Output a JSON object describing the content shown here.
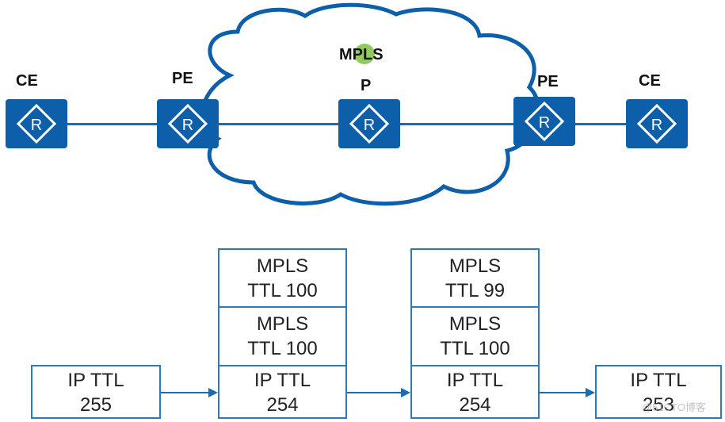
{
  "topology": {
    "cloud_label": "MPLS",
    "routers": [
      {
        "role": "CE",
        "icon": "router-icon"
      },
      {
        "role": "PE",
        "icon": "router-icon"
      },
      {
        "role": "P",
        "icon": "router-icon"
      },
      {
        "role": "PE",
        "icon": "router-icon"
      },
      {
        "role": "CE",
        "icon": "router-icon"
      }
    ],
    "router_glyph": "R"
  },
  "stacks": {
    "hop1": {
      "ip": [
        "IP TTL",
        "255"
      ]
    },
    "hop2": {
      "mpls_outer": [
        "MPLS",
        "TTL 100"
      ],
      "mpls_inner": [
        "MPLS",
        "TTL 100"
      ],
      "ip": [
        "IP TTL",
        "254"
      ]
    },
    "hop3": {
      "mpls_outer": [
        "MPLS",
        "TTL 99"
      ],
      "mpls_inner": [
        "MPLS",
        "TTL 100"
      ],
      "ip": [
        "IP TTL",
        "254"
      ]
    },
    "hop4": {
      "ip": [
        "IP TTL",
        "253"
      ]
    }
  },
  "watermark": "@51CTO博客",
  "colors": {
    "router": "#0c5fa8",
    "cloud_outline": "#0c5fa8",
    "box_border": "#2a7ac0",
    "highlight": "#7cc142"
  }
}
